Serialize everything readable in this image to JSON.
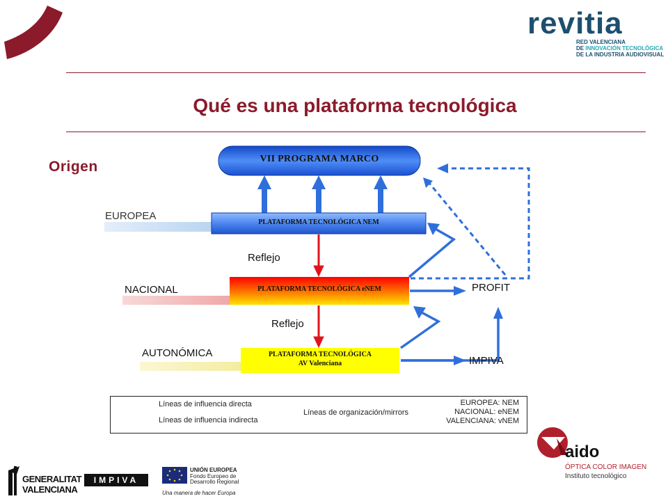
{
  "header": {
    "title": "Qué es una plataforma tecnológica",
    "section": "Origen"
  },
  "logos": {
    "revitia": {
      "wordmark": "revitia",
      "line1": "RED VALENCIANA",
      "line2_prefix": "DE ",
      "line2_highlight": "INNOVACIÓN TECNOLÓGICA",
      "line3": "DE LA INDUSTRIA AUDIOVISUAL"
    },
    "aido": {
      "name": "aido",
      "line1": "ÓPTICA COLOR IMAGEN",
      "line2": "Instituto tecnológico"
    },
    "generalitat": {
      "line1": "GENERALITAT",
      "line2": "VALENCIANA"
    },
    "impiva": {
      "name": "IMPIVA"
    },
    "ue": {
      "line1": "UNIÓN EUROPEA",
      "line2": "Fondo Europeo de",
      "line3": "Desarrollo Regional",
      "slogan": "Una manera de hacer Europa"
    }
  },
  "diagram": {
    "top_box": "VII PROGRAMA MARCO",
    "levels": {
      "europea": {
        "label": "EUROPEA",
        "box": "PLATAFORMA TECNOLÓGICA  NEM"
      },
      "nacional": {
        "label": "NACIONAL",
        "box": "PLATAFORMA TECNOLÓGICA  eNEM"
      },
      "autonomica": {
        "label": "AUTONÓMICA",
        "box_line1": "PLATAFORMA TECNOLÓGICA",
        "box_line2": "AV Valenciana"
      }
    },
    "reflejo_1": "Reflejo",
    "reflejo_2": "Reflejo",
    "profit": "PROFIT",
    "impiva": "IMPIVA",
    "colors": {
      "direct": "#2f6fdc",
      "mirror": "#e0141c",
      "brand": "#8b1a2b"
    }
  },
  "legend": {
    "direct": "Líneas de influencia directa",
    "indirect": "Líneas de influencia indirecta",
    "mirrors": "Líneas de organización/mirrors",
    "key1": "EUROPEA: NEM",
    "key2": "NACIONAL: eNEM",
    "key3": "VALENCIANA: vNEM"
  }
}
